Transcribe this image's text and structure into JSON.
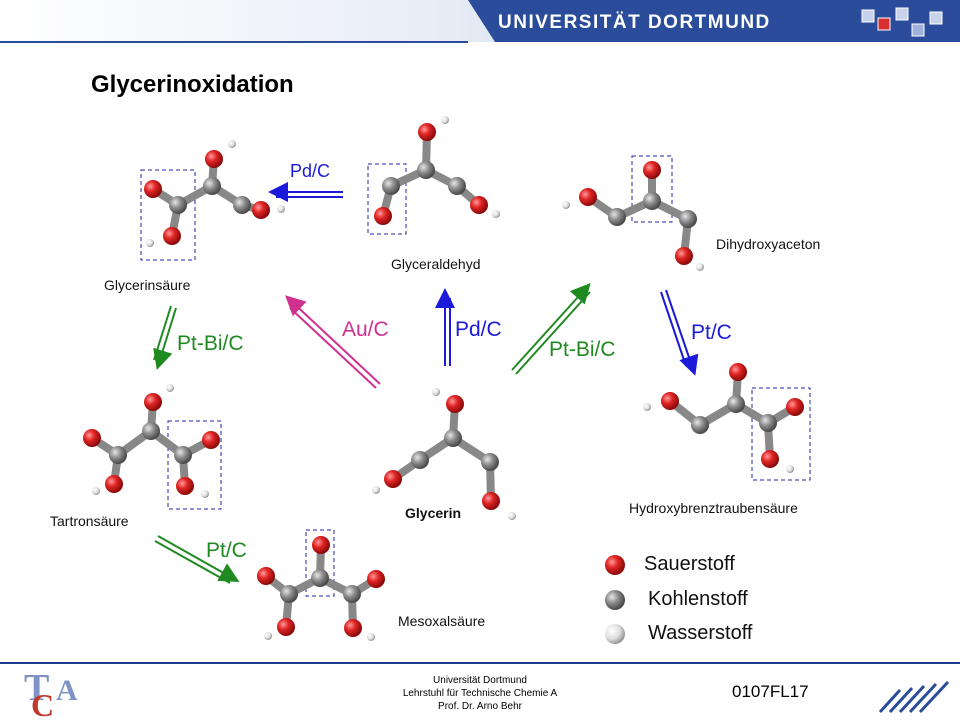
{
  "header": {
    "university_name": "UNIVERSITÄT DORTMUND"
  },
  "title": "Glycerinoxidation",
  "molecules": {
    "glycerinsaeure": "Glycerinsäure",
    "glyceraldehyd": "Glyceraldehyd",
    "dihydroxyaceton": "Dihydroxyaceton",
    "tartronsaeure": "Tartronsäure",
    "glycerin": "Glycerin",
    "hydroxybrenztraubensaeure": "Hydroxybrenztraubensäure",
    "mesoxalsaeure": "Mesoxalsäure"
  },
  "catalysts": {
    "pd_c_top": "Pd/C",
    "au_c": "Au/C",
    "pd_c_mid": "Pd/C",
    "pt_bi_c_left": "Pt-Bi/C",
    "pt_bi_c_right": "Pt-Bi/C",
    "pt_c_right": "Pt/C",
    "pt_c_bottom": "Pt/C"
  },
  "legend": {
    "oxygen": "Sauerstoff",
    "carbon": "Kohlenstoff",
    "hydrogen": "Wasserstoff"
  },
  "colors": {
    "oxygen": "#d81f1f",
    "carbon": "#7f7f7f",
    "hydrogen": "#e6e6e6",
    "arrow_blue": "#1a1ad8",
    "arrow_green": "#1f8a1f",
    "arrow_magenta": "#d0308e",
    "header_blue": "#2a4c9a",
    "box_dash": "#2222aa"
  },
  "footer": {
    "line1": "Universität Dortmund",
    "line2": "Lehrstuhl für Technische Chemie A",
    "line3": "Prof. Dr. Arno Behr",
    "slide_code": "0107FL17"
  },
  "logo_tca": {
    "text": "TCA"
  }
}
